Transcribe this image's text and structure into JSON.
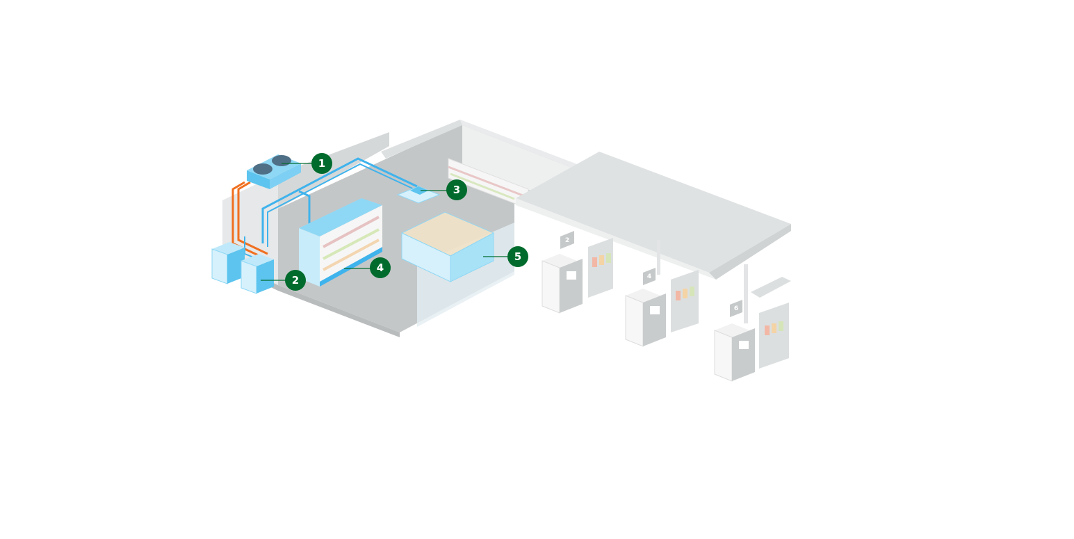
{
  "diagram": {
    "markers": [
      {
        "label": "1",
        "component": "condenser"
      },
      {
        "label": "2",
        "component": "compressor-units"
      },
      {
        "label": "3",
        "component": "ceiling-evaporator"
      },
      {
        "label": "4",
        "component": "multideck-display-case"
      },
      {
        "label": "5",
        "component": "island-freezer"
      }
    ],
    "pump_numbers": [
      "2",
      "4",
      "6"
    ],
    "colors": {
      "marker": "#006b2d",
      "pipe_cold": "#3fb3ec",
      "pipe_hot": "#f07020",
      "equipment": "#8fd8f5",
      "floor": "#c4c7c8",
      "wall": "#d8dcdd",
      "canopy": "#e0e3e4"
    }
  }
}
